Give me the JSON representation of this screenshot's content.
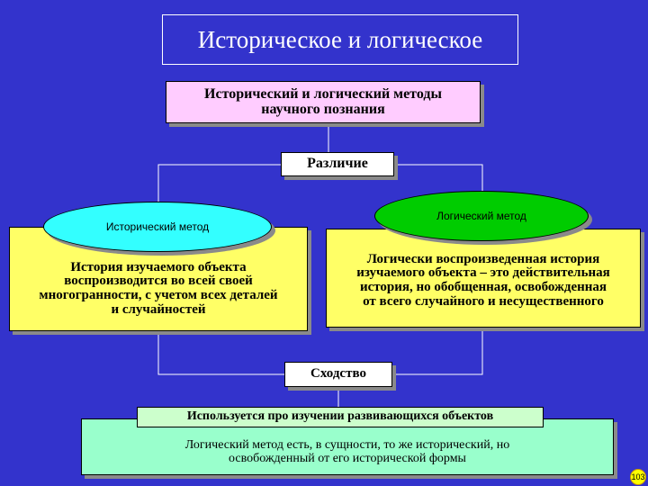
{
  "title": "Историческое и логическое",
  "methods_heading": [
    "Исторический и логический методы",
    "научного познания"
  ],
  "difference_label": "Различие",
  "historical": {
    "label": "Исторический метод",
    "text": [
      "История изучаемого объекта",
      "воспроизводится во всей своей",
      "многогранности, с учетом всех деталей",
      "и случайностей"
    ]
  },
  "logical": {
    "label": "Логический метод",
    "text": [
      "Логически воспроизведенная история",
      "изучаемого объекта – это действительная",
      "история, но обобщенная, освобожденная",
      "от всего случайного и несущественного"
    ]
  },
  "similarity_label": "Сходство",
  "used_text": "Используется про изучении развивающихся объектов",
  "conclusion": [
    "Логический метод есть, в сущности, то же исторический, но",
    "освобожденный от его исторической формы"
  ],
  "page_number": "103",
  "colors": {
    "background": "#3333cc",
    "methods_box": "#ffccff",
    "method_text_boxes": "#ffff66",
    "historical_ellipse": "#33ffff",
    "logical_ellipse": "#00cc00",
    "used_box": "#ccffcc",
    "conclusion_box": "#99ffcc"
  }
}
